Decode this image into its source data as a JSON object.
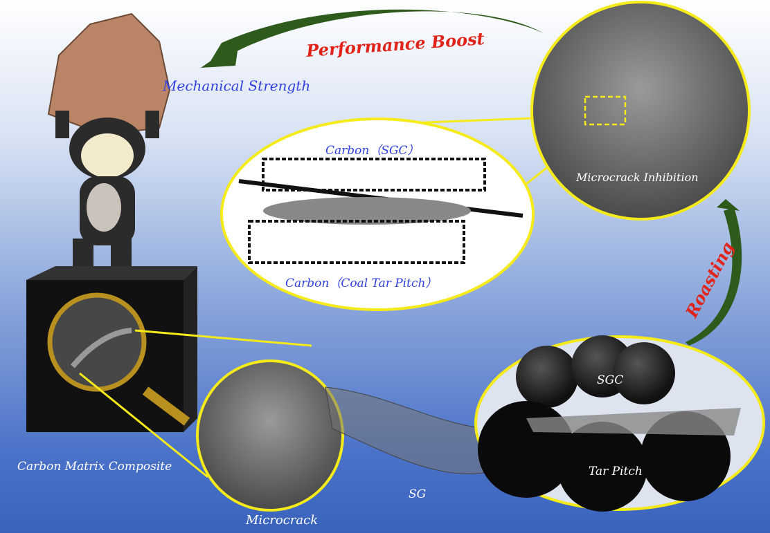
{
  "labels": {
    "performance_boost": "Performance Boost",
    "mechanical_strength": "Mechanical Strength",
    "carbon_sgc": "Carbon（SGC）",
    "carbon_coal_tar_pitch": "Carbon（Coal Tar Pitch）",
    "microcrack_inhibition": "Microcrack Inhibition",
    "roasting": "Roasting",
    "sgc": "SGC",
    "tar_pitch": "Tar Pitch",
    "sg": "SG",
    "microcrack": "Microcrack",
    "carbon_matrix_composite": "Carbon Matrix Composite"
  },
  "colors": {
    "highlight": "#f5ea1a",
    "arrow": "#2e5a1c",
    "red_text": "#e0241a",
    "blue_text": "#2f3fe0"
  }
}
